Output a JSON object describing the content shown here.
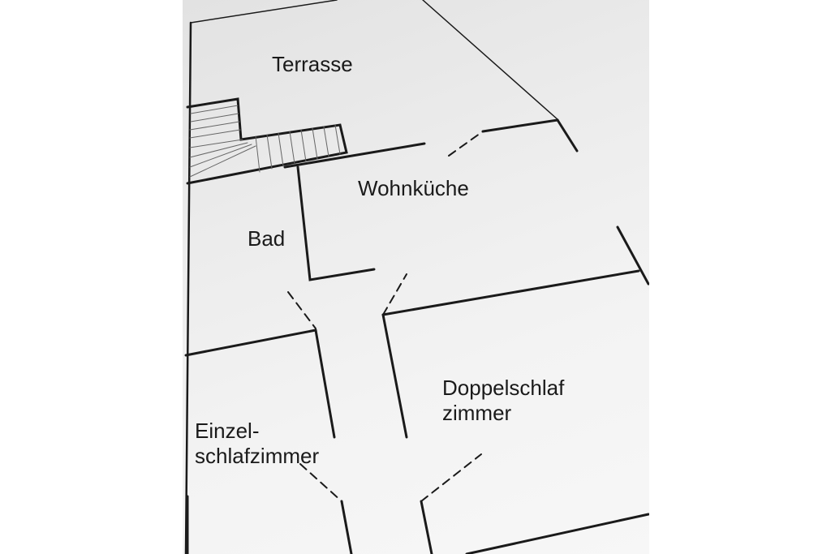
{
  "rooms": {
    "terrasse": "Terrasse",
    "wohnkueche": "Wohnküche",
    "bad": "Bad",
    "doppelschlafzimmer": [
      "Doppelschlaf",
      "zimmer"
    ],
    "einzelschlafzimmer": [
      "Einzel-",
      "schlafzimmer"
    ]
  },
  "colors": {
    "ink": "#1a1a1a",
    "paper": "#eeeeee",
    "background": "#ffffff"
  }
}
